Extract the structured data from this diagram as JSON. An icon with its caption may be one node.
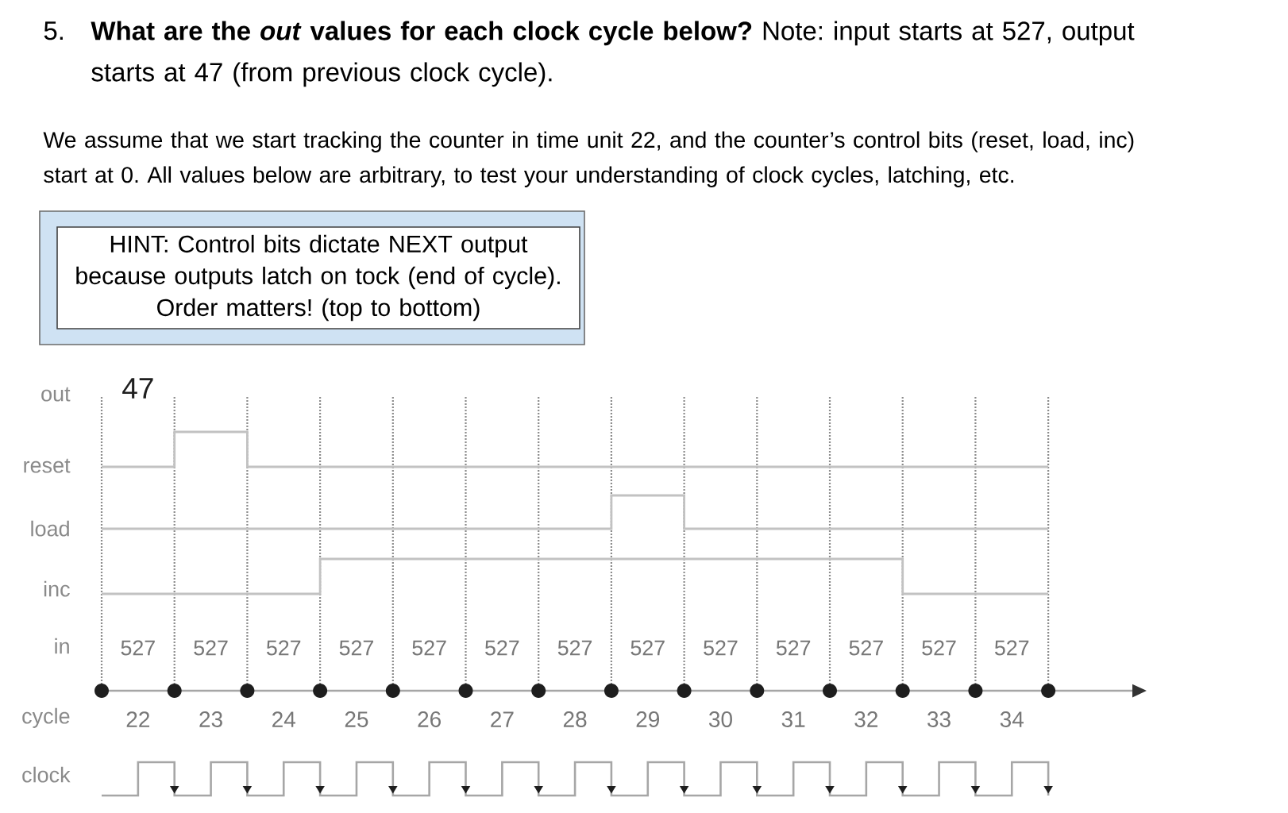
{
  "diagram": {
    "title": "**What are the *out* values for each clock cycle below?** Note: input starts at 527, output starts at 47 (from previous clock cycle).",
    "nodes": [
      {
        "text": [
          "HINT: Control bits dictate NEXT output because outputs latch on tock (end of cycle). Order matters! (top to bottom)"
        ]
      }
    ],
    "labels": [
      "5.",
      "We assume that we start tracking the counter in time unit 22, and the counter’s control bits (reset, load, inc) start at 0. All values below are arbitrary, to test your understanding of clock cycles, latching, etc.",
      "out",
      "47",
      "reset",
      "load",
      "inc",
      "in",
      "527",
      "527",
      "527",
      "527",
      "527",
      "527",
      "527",
      "527",
      "527",
      "527",
      "527",
      "527",
      "527",
      "cycle",
      "22",
      "23",
      "24",
      "25",
      "26",
      "27",
      "28",
      "29",
      "30",
      "31",
      "32",
      "33",
      "34",
      "clock"
    ]
  }
}
